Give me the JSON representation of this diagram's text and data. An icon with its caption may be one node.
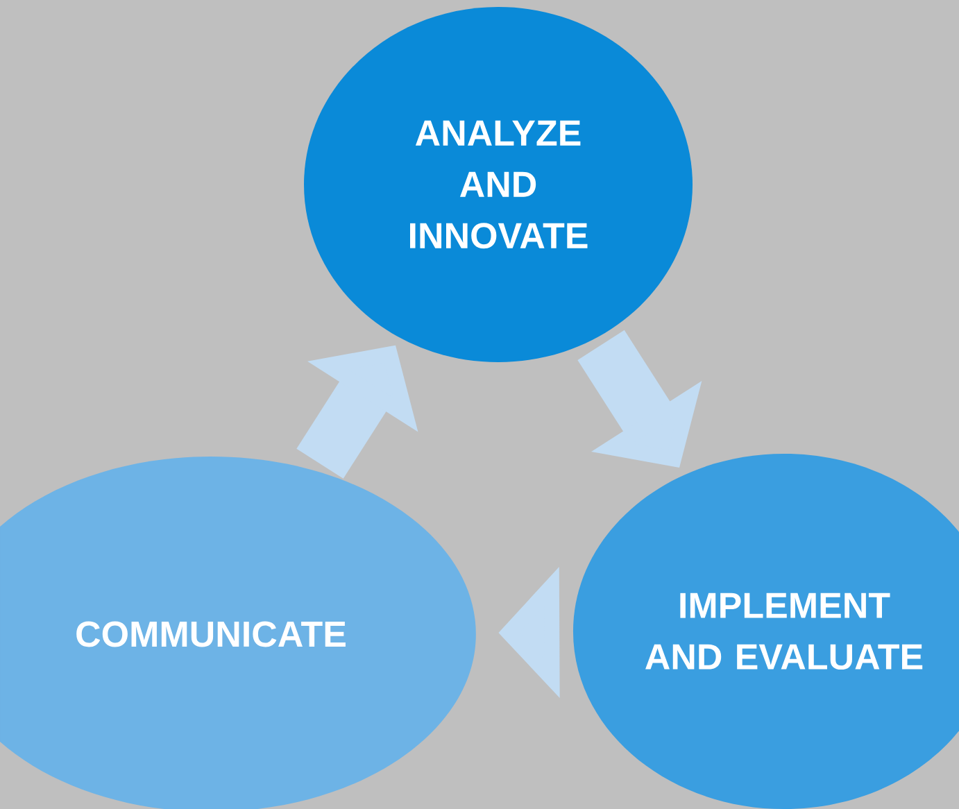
{
  "diagram": {
    "nodes": [
      {
        "text": [
          "ANALYZE AND INNOVATE"
        ]
      },
      {
        "text": [
          "IMPLEMENT AND EVALUATE"
        ]
      },
      {
        "text": [
          "COMMUNICATE"
        ]
      }
    ],
    "edges": [
      {
        "from": 2,
        "to": 0,
        "arrow": "to"
      },
      {
        "from": 0,
        "to": 1,
        "arrow": "to"
      },
      {
        "from": 1,
        "to": 2,
        "arrow": "to"
      }
    ]
  }
}
